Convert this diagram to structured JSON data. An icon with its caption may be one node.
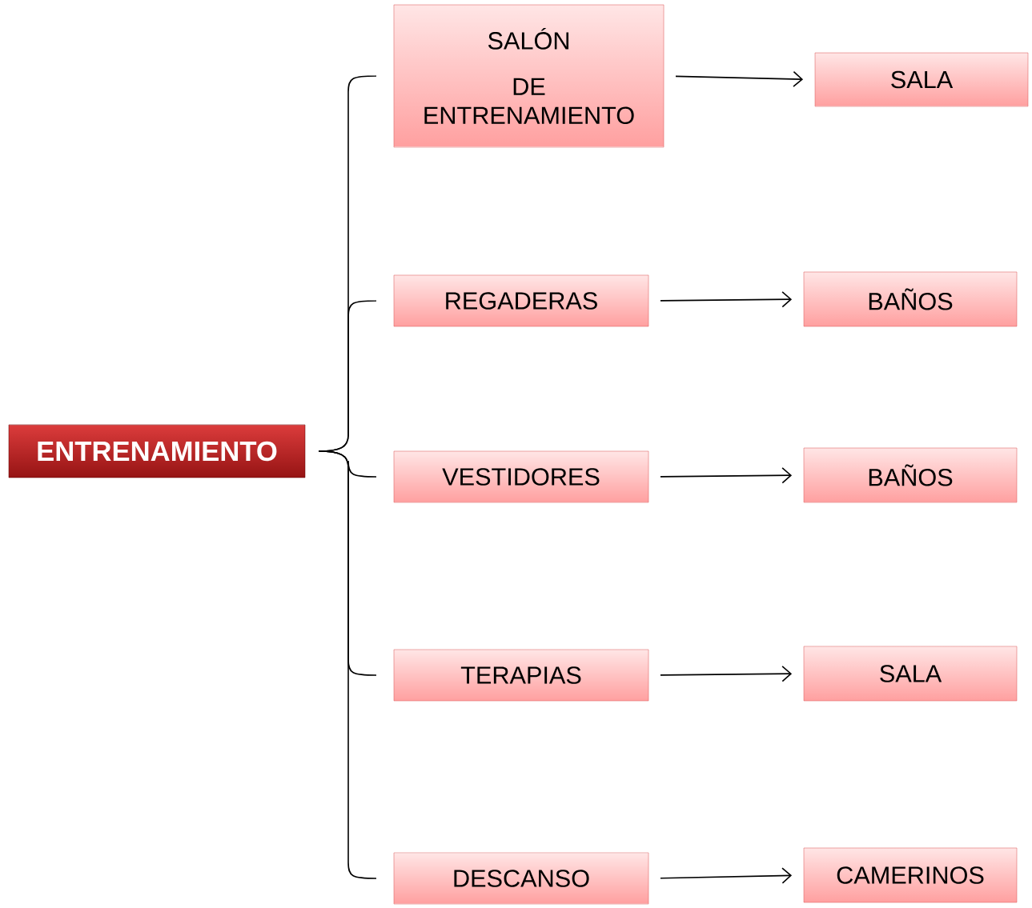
{
  "diagram": {
    "nodes": [
      {
        "text": [
          "ENTRENAMIENTO"
        ]
      },
      {
        "text": [
          "SALÓN",
          "DE ENTRENAMIENTO"
        ]
      },
      {
        "text": [
          "SALA"
        ]
      },
      {
        "text": [
          "REGADERAS"
        ]
      },
      {
        "text": [
          "BAÑOS"
        ]
      },
      {
        "text": [
          "VESTIDORES"
        ]
      },
      {
        "text": [
          "BAÑOS"
        ]
      },
      {
        "text": [
          "TERAPIAS"
        ]
      },
      {
        "text": [
          "SALA"
        ]
      },
      {
        "text": [
          "DESCANSO"
        ]
      },
      {
        "text": [
          "CAMERINOS"
        ]
      }
    ],
    "edges": [
      {
        "from": 0,
        "to": 1,
        "arrow": "none"
      },
      {
        "from": 0,
        "to": 3,
        "arrow": "none"
      },
      {
        "from": 0,
        "to": 5,
        "arrow": "none"
      },
      {
        "from": 0,
        "to": 7,
        "arrow": "none"
      },
      {
        "from": 0,
        "to": 9,
        "arrow": "none"
      },
      {
        "from": 1,
        "to": 2,
        "arrow": "to"
      },
      {
        "from": 3,
        "to": 4,
        "arrow": "to"
      },
      {
        "from": 5,
        "to": 6,
        "arrow": "to"
      },
      {
        "from": 7,
        "to": 8,
        "arrow": "to"
      },
      {
        "from": 9,
        "to": 10,
        "arrow": "to"
      }
    ]
  }
}
